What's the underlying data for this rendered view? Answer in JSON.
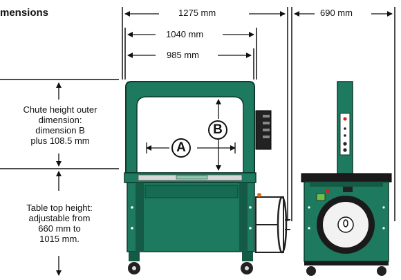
{
  "title": "mensions",
  "dimensions": {
    "total_width": "1275 mm",
    "mid_width": "1040 mm",
    "inner_width": "985 mm",
    "depth": "690 mm"
  },
  "notes": {
    "chute_height": [
      "Chute height outer",
      "dimension:",
      "dimension B",
      "plus 108.5 mm"
    ],
    "table_height": [
      "Table top height:",
      "adjustable from",
      "660 mm to",
      "1015 mm."
    ]
  },
  "markers": {
    "a": "A",
    "b": "B"
  },
  "colors": {
    "machine_green": "#1e7a5e",
    "dark_green": "#145a44",
    "line": "#111111"
  }
}
